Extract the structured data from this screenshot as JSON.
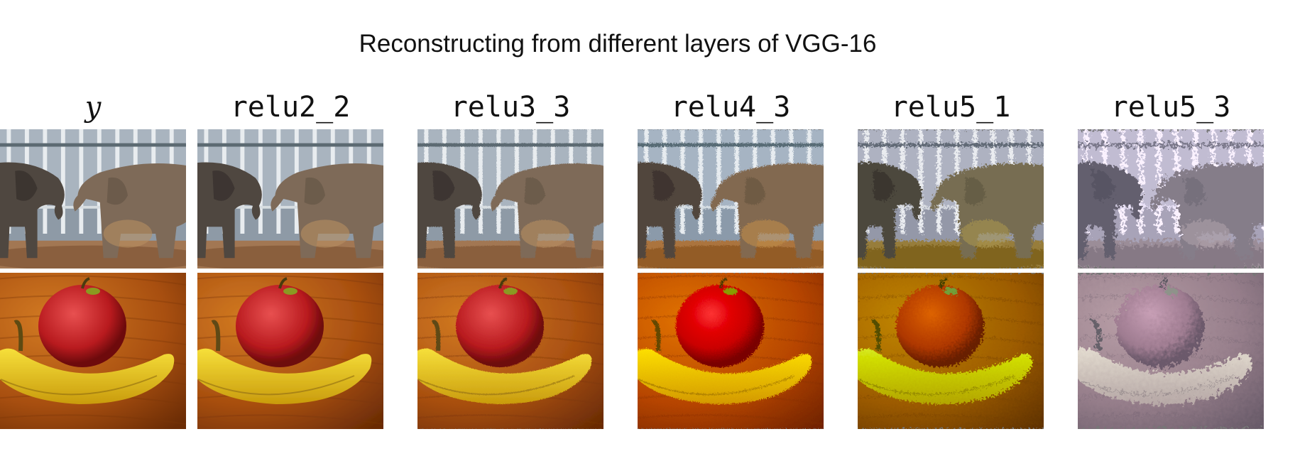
{
  "figure": {
    "title": "Reconstructing from different layers of VGG-16",
    "columns": [
      {
        "label": "y",
        "math": true
      },
      {
        "label": "relu2_2",
        "math": false
      },
      {
        "label": "relu3_3",
        "math": false
      },
      {
        "label": "relu4_3",
        "math": false
      },
      {
        "label": "relu5_1",
        "math": false
      },
      {
        "label": "relu5_3",
        "math": false
      }
    ],
    "rows": [
      {
        "subject": "elephants"
      },
      {
        "subject": "apple-and-banana"
      }
    ]
  }
}
